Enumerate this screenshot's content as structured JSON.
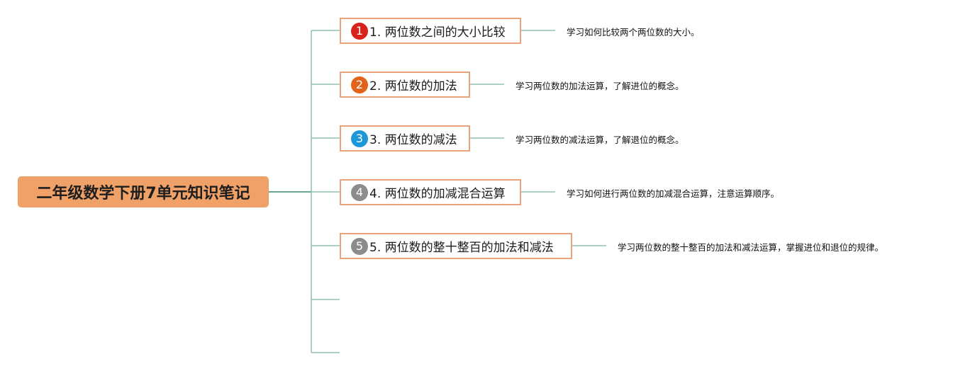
{
  "root": {
    "title": "二年级数学下册7单元知识笔记"
  },
  "branches": [
    {
      "badge": "1",
      "badge_color": "#d8231b",
      "title": "1. 两位数之间的大小比较",
      "description": "学习如何比较两个两位数的大小。"
    },
    {
      "badge": "2",
      "badge_color": "#e2641a",
      "title": "2. 两位数的加法",
      "description": "学习两位数的加法运算，了解进位的概念。"
    },
    {
      "badge": "3",
      "badge_color": "#1d97d8",
      "title": "3. 两位数的减法",
      "description": "学习两位数的减法运算，了解退位的概念。"
    },
    {
      "badge": "4",
      "badge_color": "#8c8c8c",
      "title": "4. 两位数的加减混合运算",
      "description": "学习如何进行两位数的加减混合运算，注意运算顺序。"
    },
    {
      "badge": "5",
      "badge_color": "#8c8c8c",
      "title": "5. 两位数的整十整百的加法和减法",
      "description": "学习两位数的整十整百的加法和减法运算，掌握进位和退位的规律。"
    }
  ],
  "colors": {
    "connector": "#8fbfb6",
    "root_fill": "#f0a167",
    "node_border": "#e9a27b"
  }
}
